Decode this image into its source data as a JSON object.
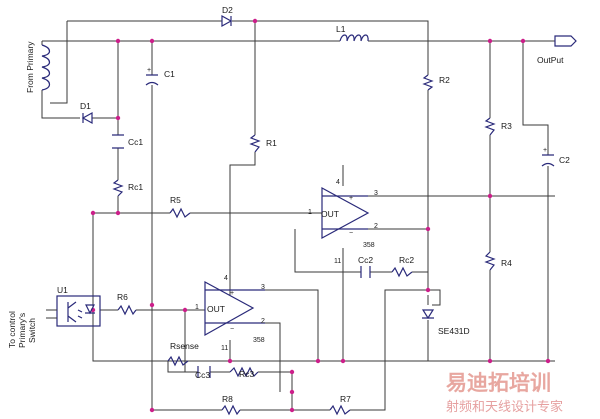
{
  "labels": {
    "d2": "D2",
    "l1": "L1",
    "from_primary": "From Primary",
    "c1": "C1",
    "output": "OutPut",
    "d1": "D1",
    "r2": "R2",
    "r3": "R3",
    "c2": "C2",
    "cc1": "Cc1",
    "r1": "R1",
    "rc1": "Rc1",
    "r5": "R5",
    "op1_out": "OUT",
    "op1_part": "358",
    "op1_pin1": "1",
    "op1_pin2": "2",
    "op1_pin3": "3",
    "op1_pin4": "4",
    "op1_pin11": "11",
    "r4": "R4",
    "cc2": "Cc2",
    "rc2": "Rc2",
    "u1": "U1",
    "r6": "R6",
    "op2_out": "OUT",
    "op2_part": "358",
    "op2_pin1": "1",
    "op2_pin2": "2",
    "op2_pin3": "3",
    "op2_pin4": "4",
    "op2_pin11": "11",
    "to_control_1": "To control",
    "to_control_2": "Primary's",
    "to_control_3": "Switch",
    "rsense": "Rsense",
    "se431d": "SE431D",
    "cc3": "Cc3",
    "rc3": "Rc3",
    "r8": "R8",
    "r7": "R7"
  },
  "watermark": {
    "main": "易迪拓培训",
    "sub": "射频和天线设计专家"
  }
}
